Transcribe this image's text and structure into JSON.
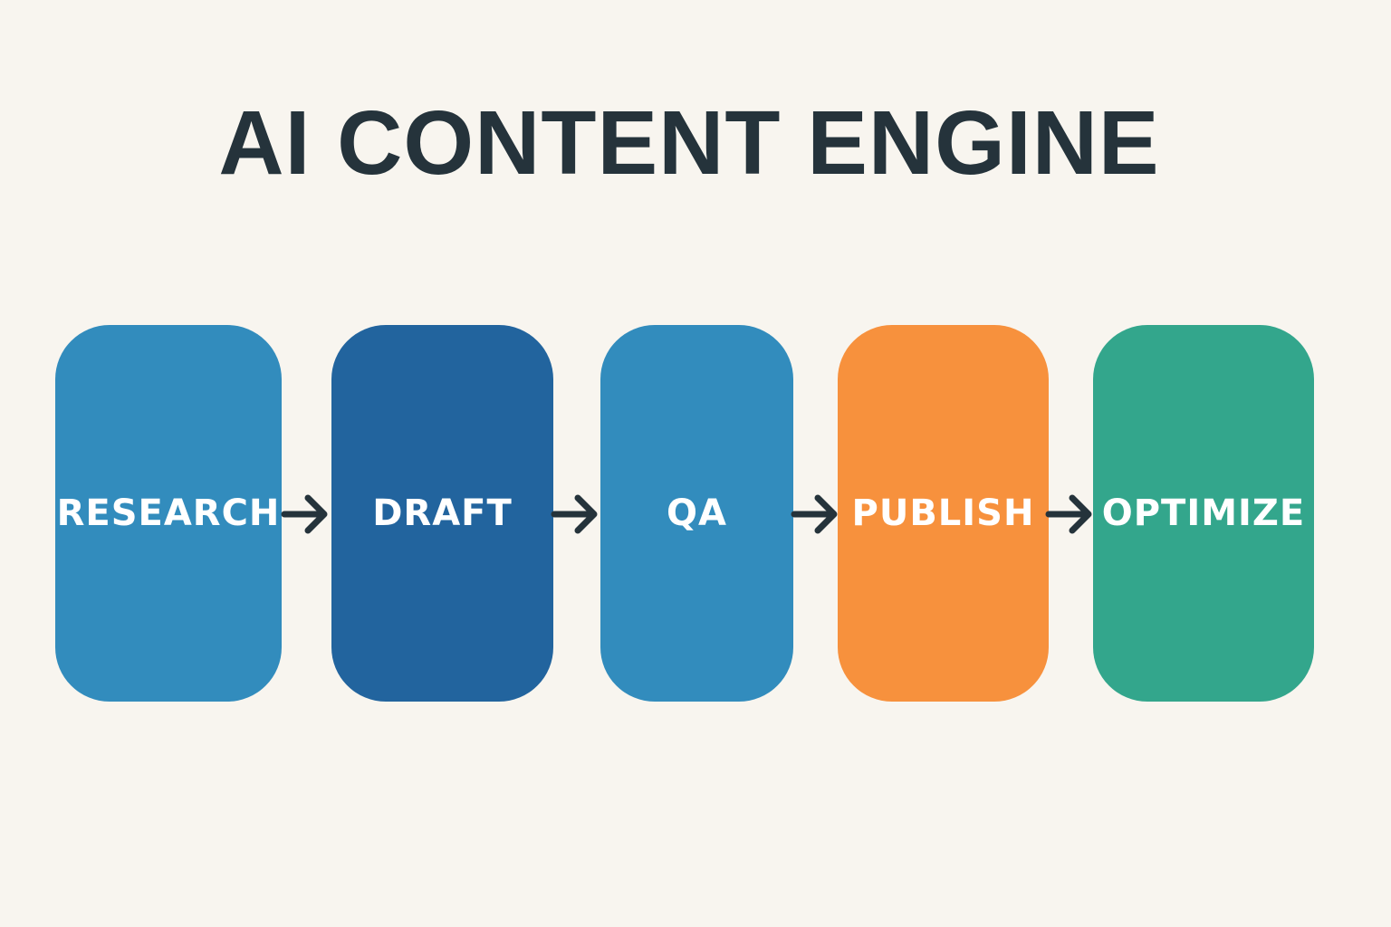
{
  "title": "AI CONTENT ENGINE",
  "stages": [
    {
      "label": "RESEARCH",
      "color": "#328cbd"
    },
    {
      "label": "DRAFT",
      "color": "#22649e"
    },
    {
      "label": "QA",
      "color": "#328cbd"
    },
    {
      "label": "PUBLISH",
      "color": "#f7913d"
    },
    {
      "label": "OPTIMIZE",
      "color": "#33a68c"
    }
  ],
  "arrow_color": "#25333b",
  "background": "#f8f5ef"
}
